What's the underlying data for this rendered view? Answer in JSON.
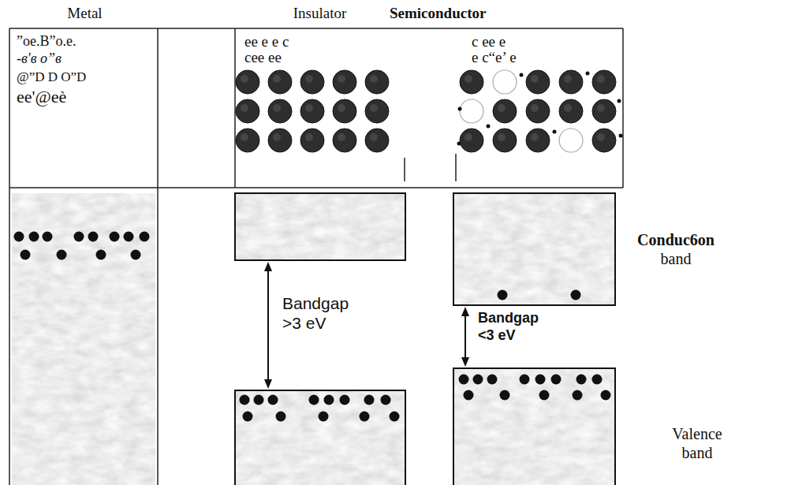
{
  "diagram": {
    "nodes": [
      {
        "text": [
          "Metal",
          "”oe.B”o.e.",
          "-в'в o”в",
          "@”D D O”D",
          "ee'@eè"
        ]
      },
      {
        "text": [
          "Insulator",
          "ee  e  e c",
          "cee   ee"
        ]
      },
      {
        "text": [
          "Semiconductor",
          "c ee  e",
          "e c“e’  e"
        ]
      }
    ],
    "labels": [
      "Bandgap >3 eV",
      "Bandgap <3 eV",
      "Conduc6on band",
      "Valence band"
    ]
  }
}
